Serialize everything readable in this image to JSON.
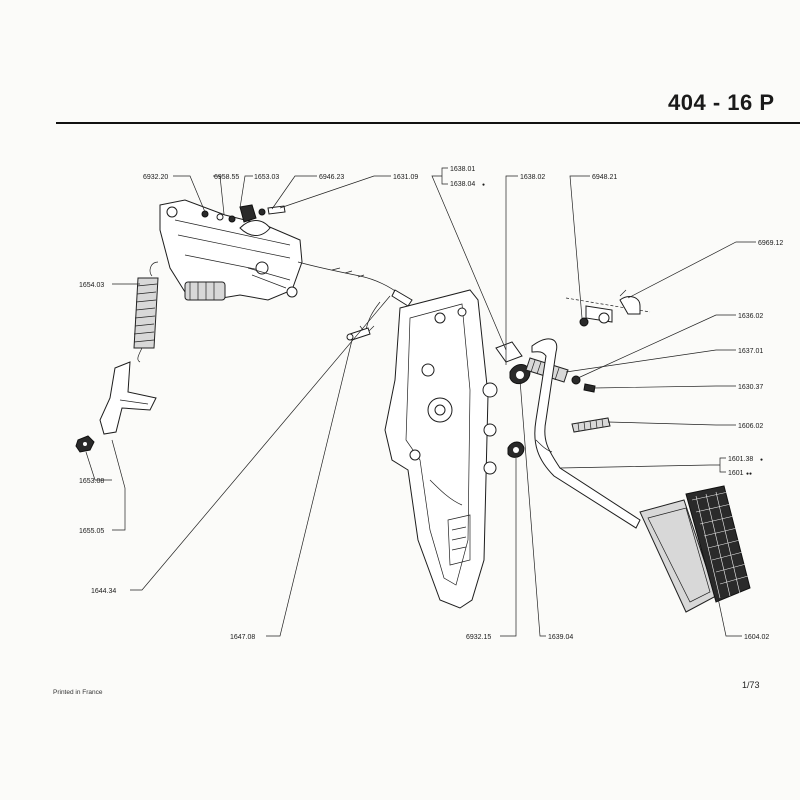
{
  "header": {
    "title": "404 - 16 P"
  },
  "footer": {
    "note": "Printed in France",
    "page": "1/73"
  },
  "labels": {
    "p6932_20": "6932.20",
    "p6958_55": "6958.55",
    "p1653_03": "1653.03",
    "p6946_23": "6946.23",
    "p1631_09": "1631.09",
    "p1638_01": "1638.01",
    "p1638_04": "1638.04",
    "p1638_02": "1638.02",
    "p6948_21": "6948.21",
    "p6969_12": "6969.12",
    "p1654_03": "1654.03",
    "p1636_02": "1636.02",
    "p1637_01": "1637.01",
    "p1630_37": "1630.37",
    "p1606_02": "1606.02",
    "p1601_38": "1601.38",
    "p1601": "1601",
    "p1653_08": "1653.08",
    "p1655_05": "1655.05",
    "p1644_34": "1644.34",
    "p1647_08": "1647.08",
    "p6932_15": "6932.15",
    "p1639_04": "1639.04",
    "p1604_02": "1604.02"
  },
  "markers": {
    "single": "●",
    "double": "●●"
  }
}
